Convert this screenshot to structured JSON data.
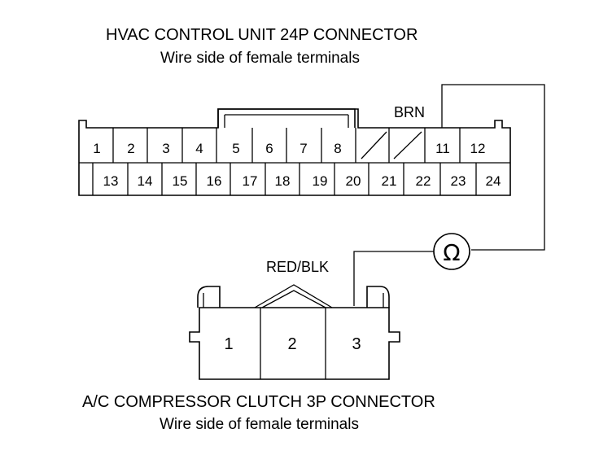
{
  "top_connector": {
    "title": "HVAC CONTROL UNIT 24P CONNECTOR",
    "subtitle": "Wire side of female terminals",
    "row1_pins": [
      "1",
      "2",
      "3",
      "4",
      "5",
      "6",
      "7",
      "8",
      "",
      "",
      "11",
      "12"
    ],
    "row2_pins": [
      "13",
      "14",
      "15",
      "16",
      "17",
      "18",
      "19",
      "20",
      "21",
      "22",
      "23",
      "24"
    ],
    "wire_label": "BRN"
  },
  "bottom_connector": {
    "title": "A/C COMPRESSOR CLUTCH 3P CONNECTOR",
    "subtitle": "Wire side of female terminals",
    "pins": [
      "1",
      "2",
      "3"
    ],
    "wire_label": "RED/BLK"
  },
  "meter": {
    "symbol": "Ω"
  }
}
